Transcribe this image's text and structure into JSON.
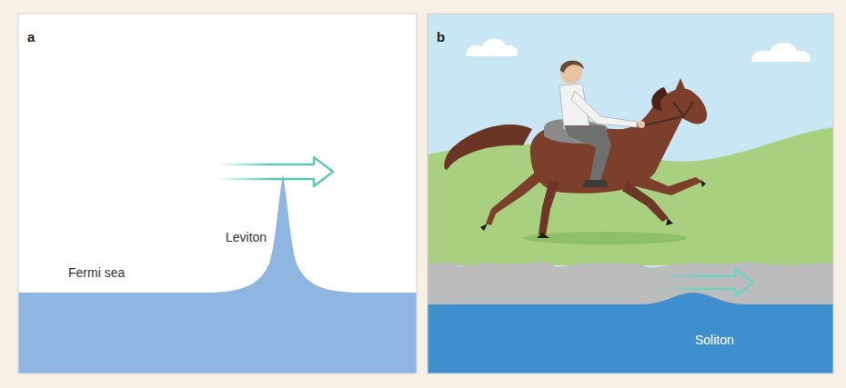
{
  "diagram": {
    "labels": [
      "a",
      "Leviton",
      "Fermi sea",
      "b",
      "Soliton"
    ]
  }
}
